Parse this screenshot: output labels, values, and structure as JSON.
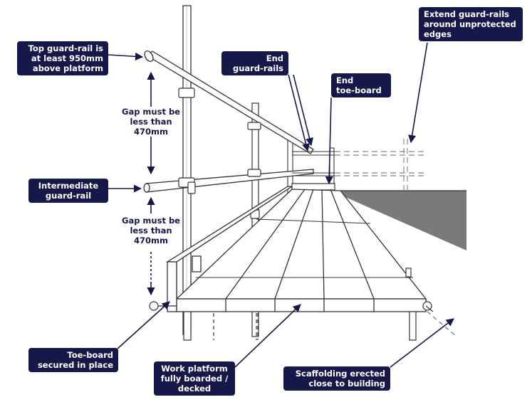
{
  "labels": {
    "top_guardrail": "Top guard-rail is\nat least 950mm\nabove platform",
    "gap_upper": "Gap must be\nless than\n470mm",
    "intermediate_guardrail": "Intermediate\nguard-rail",
    "gap_lower": "Gap must be\nless than\n470mm",
    "toe_board_secured": "Toe-board\nsecured in place",
    "work_platform": "Work platform\nfully boarded /\ndecked",
    "scaffolding_erected": "Scaffolding erected\nclose to building",
    "end_guardrails": "End\nguard-rails",
    "end_toeboard": "End\ntoe-board",
    "extend_guardrails": "Extend guard-rails\naround unprotected\nedges"
  },
  "colors": {
    "label_bg": "#17184a",
    "label_text": "#ffffff",
    "arrow": "#17184a",
    "line": "#333333",
    "building": "#7a7a7a"
  }
}
